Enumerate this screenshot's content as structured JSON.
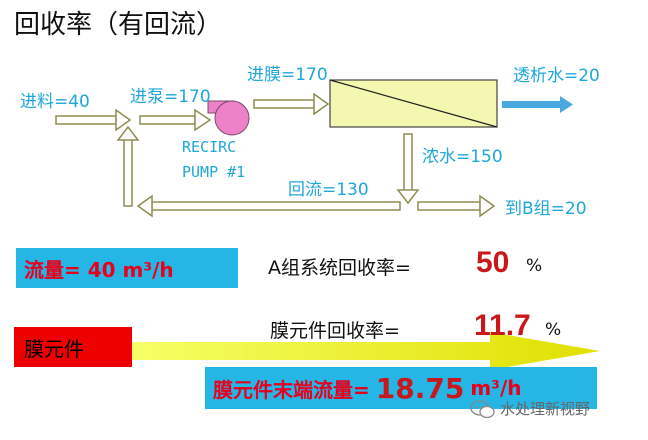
{
  "title": "回收率（有回流）",
  "flow": {
    "feed": "进料=40",
    "pump_inlet": "进泵=170",
    "membrane_inlet": "进膜=170",
    "permeate": "透析水=20",
    "concentrate": "浓水=150",
    "recirc_pump_line1": "RECIRC",
    "recirc_pump_line2": "PUMP #1",
    "recycle": "回流=130",
    "to_group_b": "到B组=20"
  },
  "flow_rate_box": "流量= 40 m³/h",
  "group_a": {
    "label": "A组系统回收率=",
    "value": "50",
    "unit": "%"
  },
  "element": {
    "label": "膜元件回收率=",
    "value": "11.7",
    "unit": "%"
  },
  "element_box": "膜元件",
  "end_flow_box": {
    "label": "膜元件末端流量=",
    "value": "18.75",
    "unit": "m³/h"
  },
  "watermark": "水处理新视野",
  "colors": {
    "label_cyan": "#1fa8d8",
    "box_cyan": "#25b6e6",
    "box_red": "#ee0000",
    "value_red": "#c8181c",
    "pump_pink": "#ee82c8",
    "membrane_fill": "#f3f7b0",
    "permeate_arrow": "#4aa8e0",
    "yellow_arrow": "#f4f400"
  }
}
